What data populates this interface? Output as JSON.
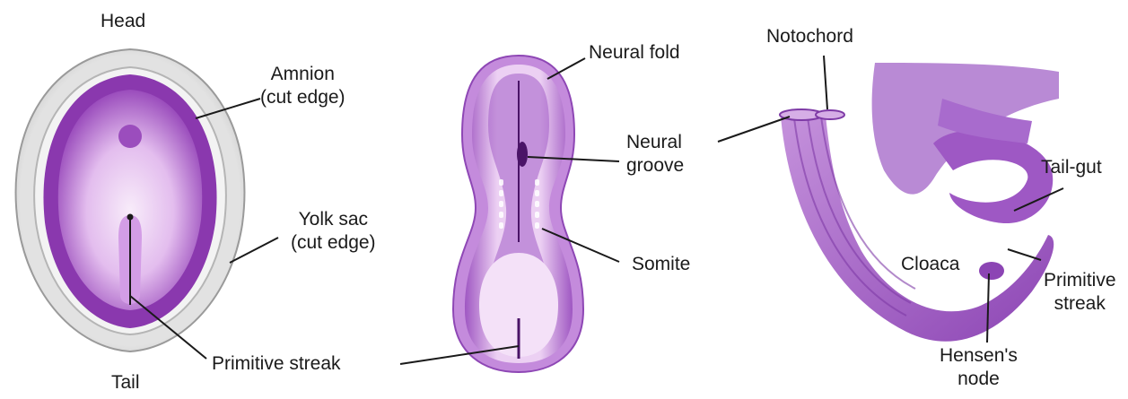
{
  "colors": {
    "outer_membrane": "#d6d6d6",
    "embryo_dark": "#7b2d9c",
    "embryo_mid": "#b56ed0",
    "embryo_light": "#f1def5",
    "tube_purple": "#a05cc6",
    "line": "#1a1a1a"
  },
  "panel_1": {
    "head": "Head",
    "amnion_1": "Amnion",
    "amnion_2": "(cut edge)",
    "yolk_1": "Yolk sac",
    "yolk_2": "(cut edge)",
    "primitive_streak": "Primitive streak",
    "tail": "Tail"
  },
  "panel_2": {
    "neural_fold": "Neural fold",
    "neural_groove_1": "Neural",
    "neural_groove_2": "groove",
    "somite": "Somite"
  },
  "panel_3": {
    "notochord": "Notochord",
    "tail_gut": "Tail-gut",
    "cloaca": "Cloaca",
    "primitive_streak_1": "Primitive",
    "primitive_streak_2": "streak",
    "hensens_node_1": "Hensen's",
    "hensens_node_2": "node"
  }
}
